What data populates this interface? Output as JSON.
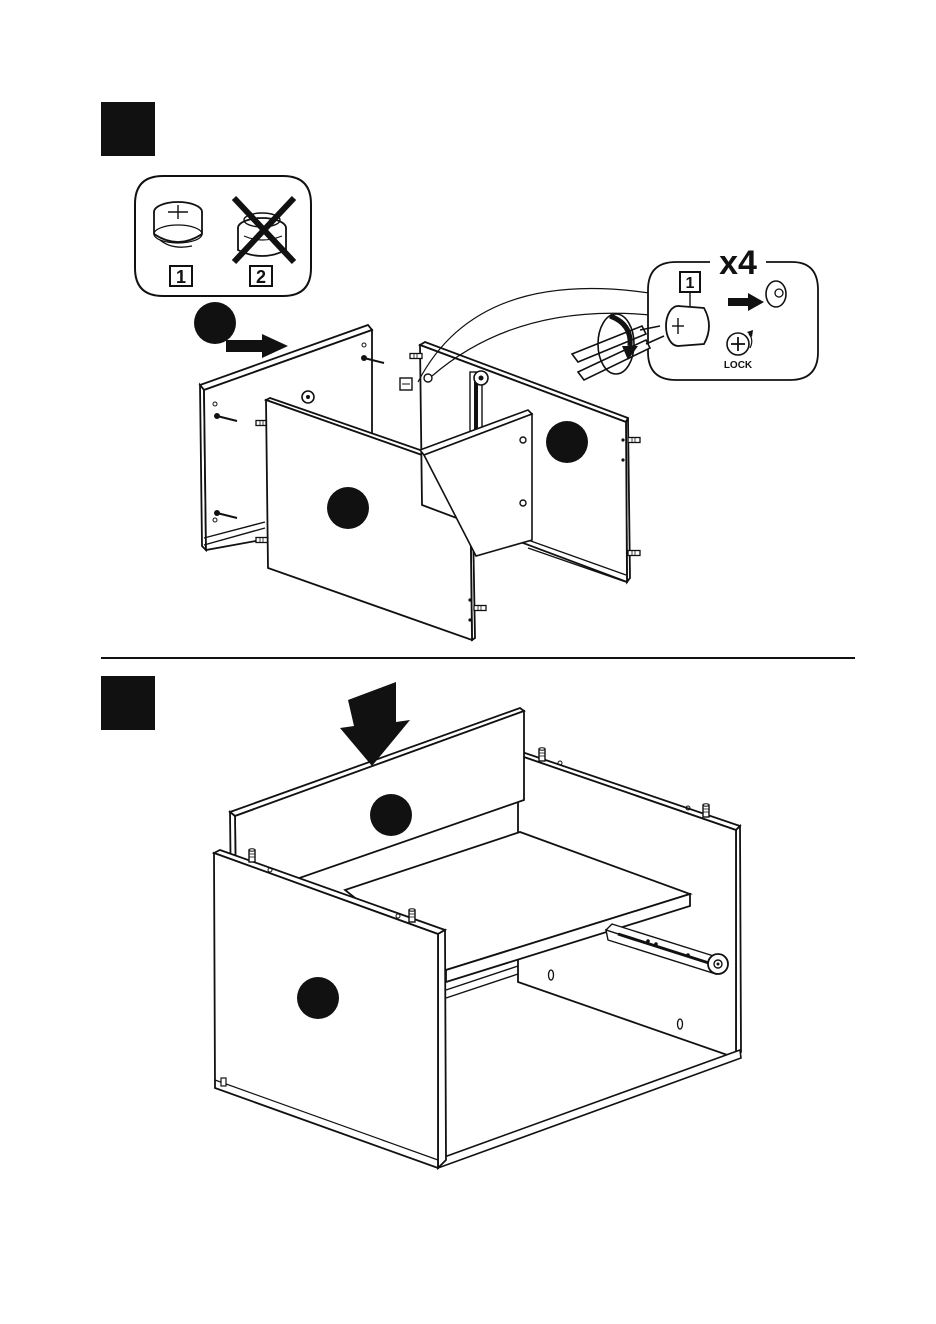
{
  "page": {
    "background": "#ffffff",
    "ink": "#111111"
  },
  "step_a": {
    "cam_inset": {
      "good_label": "1",
      "bad_label": "2"
    },
    "callout": {
      "quantity": "x4",
      "part_label": "1",
      "lock_label": "LOCK"
    }
  },
  "step_b": {},
  "icons": [
    "cam-lock-fitting-icon",
    "crossed-out-icon",
    "screwdriver-icon",
    "rotate-arrow-icon",
    "lock-icon",
    "push-arrow-icon",
    "down-arrow-icon",
    "drawer-slide-icon"
  ]
}
